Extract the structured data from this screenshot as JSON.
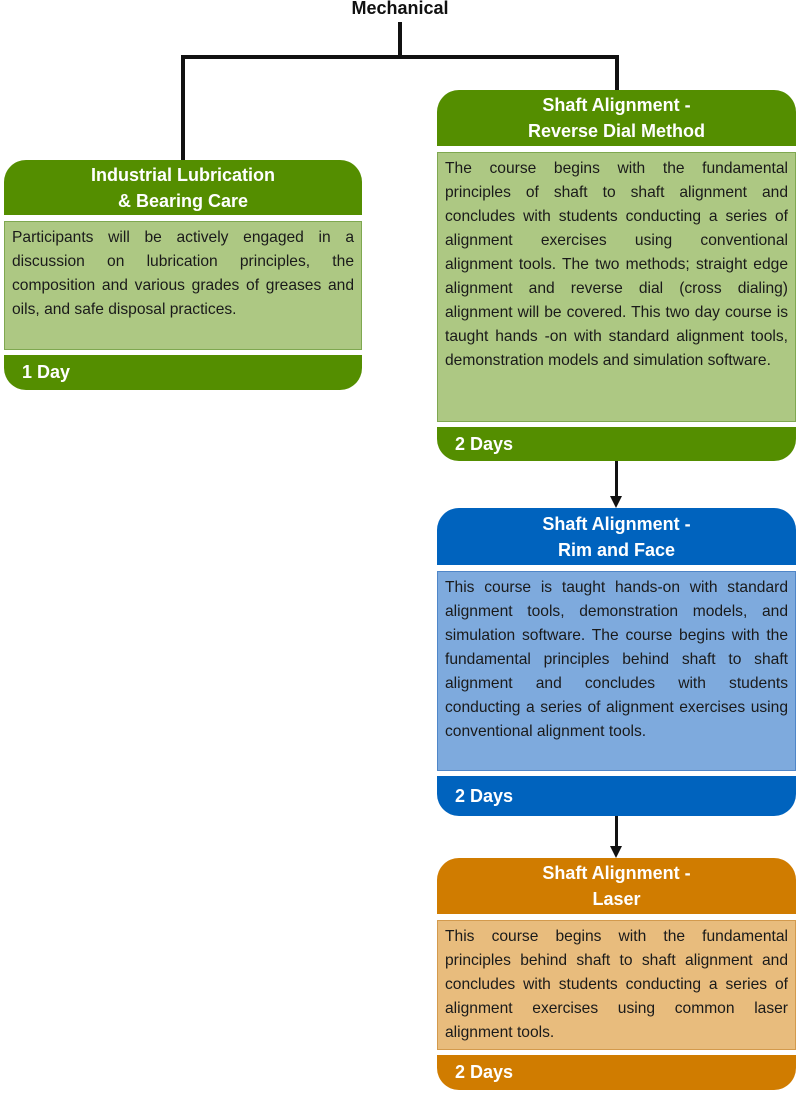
{
  "root": {
    "title": "Mechanical"
  },
  "courses": [
    {
      "title_line1": "Industrial Lubrication",
      "title_line2": "& Bearing Care",
      "description": "Participants will be actively engaged in a discussion on lubrication principles, the composition and various grades of greases and oils, and safe disposal practices.",
      "duration": "1 Day",
      "color": "#548e00"
    },
    {
      "title_line1": "Shaft Alignment -",
      "title_line2": "Reverse Dial Method",
      "description": "The course begins with the fundamental principles of shaft to shaft alignment and concludes with students conducting a series of alignment exercises using conventional alignment tools. The two methods; straight edge alignment and reverse dial (cross dialing) alignment will be covered. This two day course is taught hands -on with standard alignment tools, demonstration models and simulation software.",
      "duration": "2 Days",
      "color": "#548e00"
    },
    {
      "title_line1": "Shaft Alignment -",
      "title_line2": "Rim and Face",
      "description": "This course is taught hands-on with standard alignment tools, demonstration models, and simulation software. The course begins with the fundamental principles behind shaft to shaft alignment and concludes with students conducting a series of alignment exercises using conventional alignment tools.",
      "duration": "2 Days",
      "color": "#0063be"
    },
    {
      "title_line1": "Shaft Alignment -",
      "title_line2": "Laser",
      "description": "This course begins with the fundamental principles behind shaft to shaft alignment and concludes with students conducting a series of alignment exercises using common laser alignment tools.",
      "duration": "2 Days",
      "color": "#d07c00"
    }
  ]
}
